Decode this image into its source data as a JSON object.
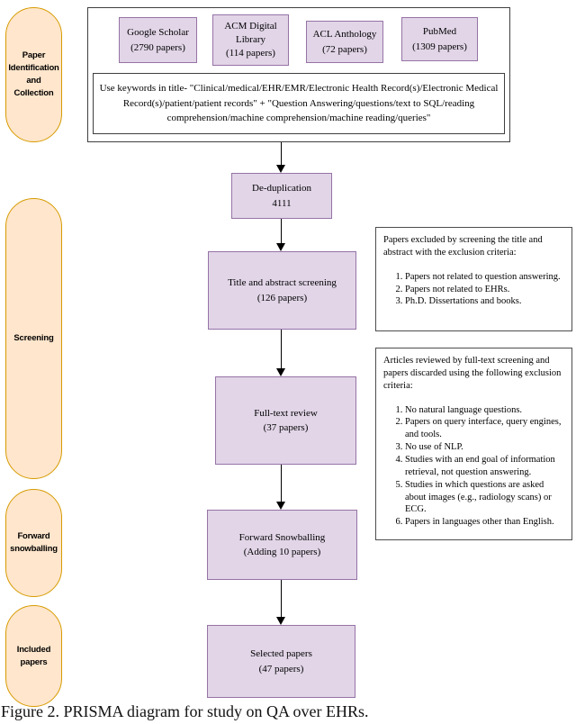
{
  "caption": "Figure 2. PRISMA diagram for study on QA over EHRs.",
  "colors": {
    "stage_fill": "#FFE6CC",
    "stage_border": "#D79B00",
    "node_fill": "#E1D5E7",
    "node_border": "#9673A6",
    "arrow": "#000000"
  },
  "stages": [
    {
      "label": "Paper Identification and Collection"
    },
    {
      "label": "Screening"
    },
    {
      "label": "Forward snowballing"
    },
    {
      "label": "Included papers"
    }
  ],
  "sources": [
    {
      "name": "Google Scholar",
      "count": "(2790 papers)"
    },
    {
      "name": "ACM Digital Library",
      "count": "(114 papers)"
    },
    {
      "name": "ACL Anthology",
      "count": "(72 papers)"
    },
    {
      "name": "PubMed",
      "count": "(1309 papers)"
    }
  ],
  "keywords_note": "Use keywords in title- \"Clinical/medical/EHR/EMR/Electronic Health Record(s)/Electronic Medical Record(s)/patient/patient records\" + \"Question Answering/questions/text to SQL/reading comprehension/machine comprehension/machine reading/queries\"",
  "flow": [
    {
      "title": "De-duplication",
      "subtitle": "4111"
    },
    {
      "title": "Title and abstract screening",
      "subtitle": "(126 papers)"
    },
    {
      "title": "Full-text review",
      "subtitle": "(37 papers)"
    },
    {
      "title": "Forward Snowballing",
      "subtitle": "(Adding 10 papers)"
    },
    {
      "title": "Selected papers",
      "subtitle": "(47 papers)"
    }
  ],
  "notes": [
    {
      "intro": "Papers excluded by screening the title and abstract with the exclusion criteria:",
      "items": [
        "Papers not related to question answering.",
        "Papers not related to EHRs.",
        "Ph.D. Dissertations and books."
      ]
    },
    {
      "intro": "Articles reviewed by full-text screening and papers discarded using the following exclusion criteria:",
      "items": [
        "No natural language questions.",
        "Papers on query interface, query engines, and tools.",
        "No use of NLP.",
        "Studies with an end goal of information retrieval, not question answering.",
        "Studies in which questions are asked about images (e.g., radiology scans) or ECG.",
        "Papers in languages other than English."
      ]
    }
  ]
}
